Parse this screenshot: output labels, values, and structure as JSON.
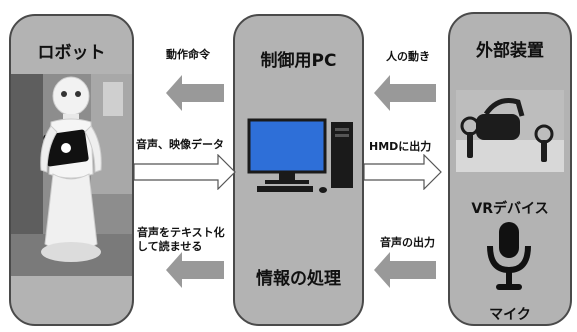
{
  "panels": {
    "robot": {
      "title": "ロボット"
    },
    "pc": {
      "title": "制御用PC",
      "caption": "情報の処理"
    },
    "external": {
      "title": "外部装置",
      "vr_label": "VRデバイス",
      "mic_label": "マイク"
    }
  },
  "arrows": {
    "motion_command": "動作命令",
    "human_motion": "人の動き",
    "audio_video": "音声、映像データ",
    "hmd_output": "HMDに出力",
    "tts_line1": "音声をテキスト化",
    "tts_line2": "して読ませる",
    "audio_output": "音声の出力"
  },
  "colors": {
    "panel_fill": "#b3b3b3",
    "panel_border": "#4a4a4a",
    "arrow_fill": "#999999",
    "outline_arrow": "#555555"
  }
}
